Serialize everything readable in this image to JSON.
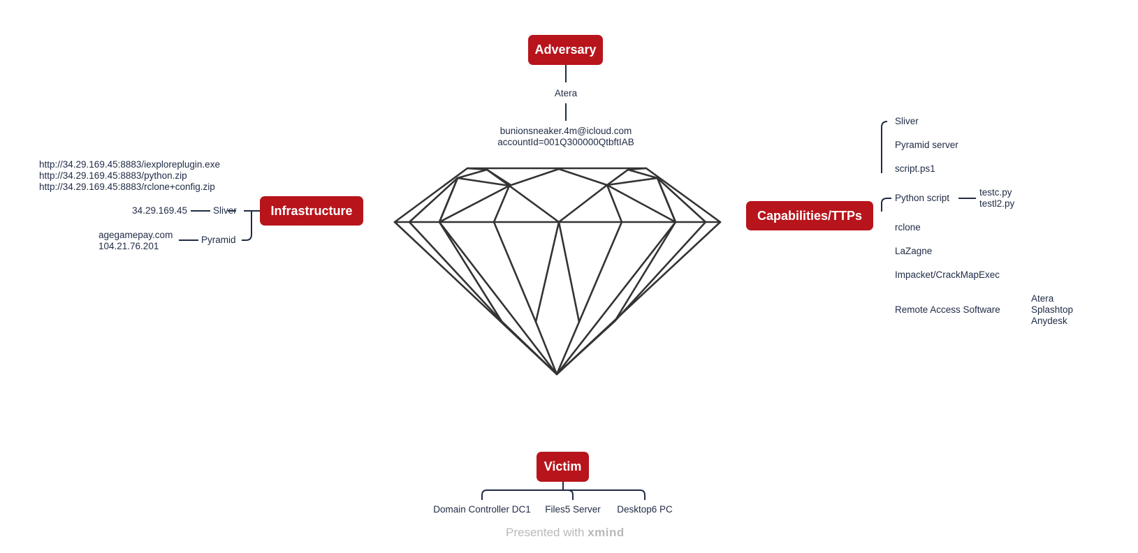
{
  "nodes": {
    "adversary": "Adversary",
    "infrastructure": "Infrastructure",
    "capabilities": "Capabilities/TTPs",
    "victim": "Victim"
  },
  "adversary": {
    "tool": "Atera",
    "email": "bunionsneaker.4m@icloud.com",
    "account_id": "accountId=001Q300000QtbftIAB"
  },
  "infrastructure": {
    "urls": [
      "http://34.29.169.45:8883/iexploreplugin.exe",
      "http://34.29.169.45:8883/python.zip",
      "http://34.29.169.45:8883/rclone+config.zip"
    ],
    "sliver_ip": "34.29.169.45",
    "sliver_label": "Sliver",
    "pyramid_domain": "agegamepay.com",
    "pyramid_ip": "104.21.76.201",
    "pyramid_label": "Pyramid"
  },
  "capabilities": {
    "items": [
      "Sliver",
      "Pyramid server",
      "script.ps1",
      "Python script",
      "rclone",
      "LaZagne",
      "Impacket/CrackMapExec",
      "Remote Access Software"
    ],
    "python_scripts": [
      "testc.py",
      "testl2.py"
    ],
    "remote_access": [
      "Atera",
      "Splashtop",
      "Anydesk"
    ]
  },
  "victim": {
    "hosts": [
      "Domain Controller DC1",
      "Files5 Server",
      "Desktop6 PC"
    ]
  },
  "footer": {
    "prefix": "Presented with",
    "brand": "xmind"
  },
  "colors": {
    "node_fill": "#b8141b",
    "node_text": "#ffffff",
    "text": "#1f2a44",
    "lines": "#1f2a44",
    "diamond": "#333333",
    "footer": "#b9b9b9"
  }
}
